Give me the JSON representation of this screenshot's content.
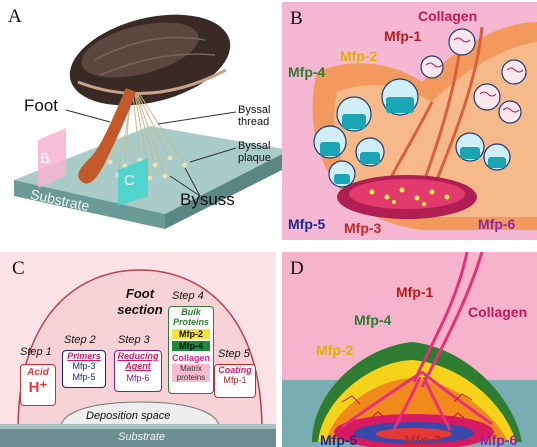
{
  "panel_a": {
    "label": "A",
    "foot": "Foot",
    "byssal_thread": "Byssal\nthread",
    "byssal_plaque": "Byssal\nplaque",
    "b": "B",
    "c": "C",
    "bysuss": "Bysuss",
    "substrate": "Substrate"
  },
  "panel_b": {
    "label": "B",
    "collagen": "Collagen",
    "mfp1": "Mfp-1",
    "mfp2": "Mfp-2",
    "mfp4": "Mfp-4",
    "mfp5": "Mfp-5",
    "mfp3": "Mfp-3",
    "mfp6": "Mfp-6"
  },
  "panel_c": {
    "label": "C",
    "title_line1": "Foot",
    "title_line2": "section",
    "step1": {
      "label": "Step 1",
      "heading": "Acid",
      "body": "H⁺"
    },
    "step2": {
      "label": "Step 2",
      "heading": "Primers",
      "body": "Mfp-3\nMfp-5"
    },
    "step3": {
      "label": "Step 3",
      "heading": "Reducing\nAgent",
      "body": "Mfp-6"
    },
    "step4": {
      "label": "Step 4",
      "heading": "Bulk\nProteins",
      "mfp2": "Mfp-2",
      "mfp4": "Mfp-4",
      "collagen": "Collagen",
      "matrix": "Matrix\nproteins"
    },
    "step5": {
      "label": "Step 5",
      "heading": "Coating",
      "body": "Mfp-1"
    },
    "deposition": "Deposition space",
    "substrate": "Substrate"
  },
  "panel_d": {
    "label": "D",
    "mfp1": "Mfp-1",
    "collagen": "Collagen",
    "mfp4": "Mfp-4",
    "mfp2": "Mfp-2",
    "mfp5": "Mfp-5",
    "mfp3": "Mfp-3",
    "mfp6": "Mfp-6"
  }
}
